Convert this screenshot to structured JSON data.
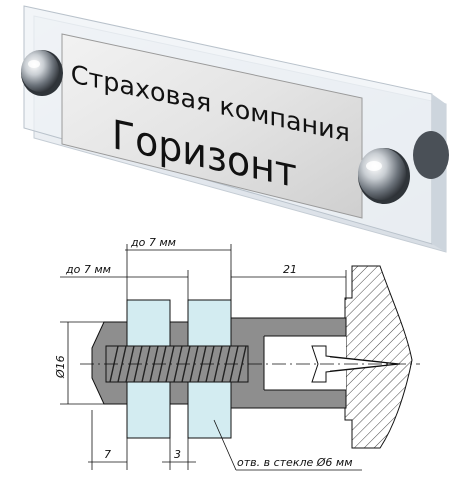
{
  "sign": {
    "line1": "Страховая компания",
    "line2": "Горизонт"
  },
  "drawing": {
    "dim_top_outer": "до 7 мм",
    "dim_top_inner": "до 7 мм",
    "dim_length": "21",
    "dim_diameter": "Ø16",
    "dim_bottom_left": "7",
    "dim_bottom_gap": "3",
    "note_hole": "отв. в стекле Ø6 мм"
  }
}
